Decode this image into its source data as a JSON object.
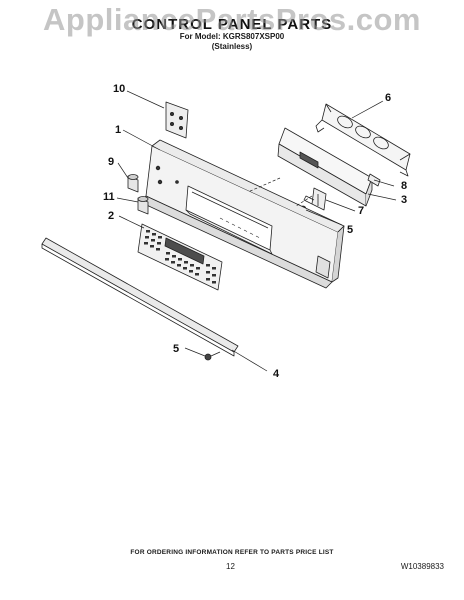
{
  "watermark": "AppliancePartsPros.com",
  "header": {
    "title": "CONTROL PANEL PARTS",
    "model_line": "For Model: KGRS807XSP00",
    "variant": "(Stainless)"
  },
  "callouts": [
    "1",
    "2",
    "3",
    "4",
    "5",
    "5",
    "6",
    "7",
    "8",
    "9",
    "10",
    "11"
  ],
  "footer": {
    "note": "FOR ORDERING INFORMATION REFER TO PARTS PRICE LIST",
    "page_number": "12",
    "document_number": "W10389833"
  },
  "colors": {
    "line": "#222222",
    "panel_fill": "#f3f3f3",
    "watermark": "#969696"
  }
}
